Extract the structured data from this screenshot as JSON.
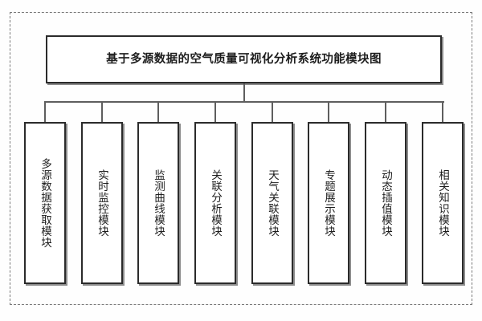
{
  "diagram": {
    "frame": {
      "style": "dashed-border"
    },
    "root": {
      "title": "基于多源数据的空气质量可视化分析系统功能模块图"
    },
    "modules": [
      {
        "label": "多源数据获取模块"
      },
      {
        "label": "实时监控模块"
      },
      {
        "label": "监测曲线模块"
      },
      {
        "label": "关联分析模块"
      },
      {
        "label": "天气关联模块"
      },
      {
        "label": "专题展示模块"
      },
      {
        "label": "动态插值模块"
      },
      {
        "label": "相关知识模块"
      }
    ],
    "colors": {
      "border": "#2b2b2b",
      "connector": "#5e5e5e",
      "frame": "#7a7a7a",
      "background": "#fefefe",
      "box_fill": "#ffffff",
      "text": "#1d1d1d",
      "shadow": "#8d8d8d"
    }
  }
}
